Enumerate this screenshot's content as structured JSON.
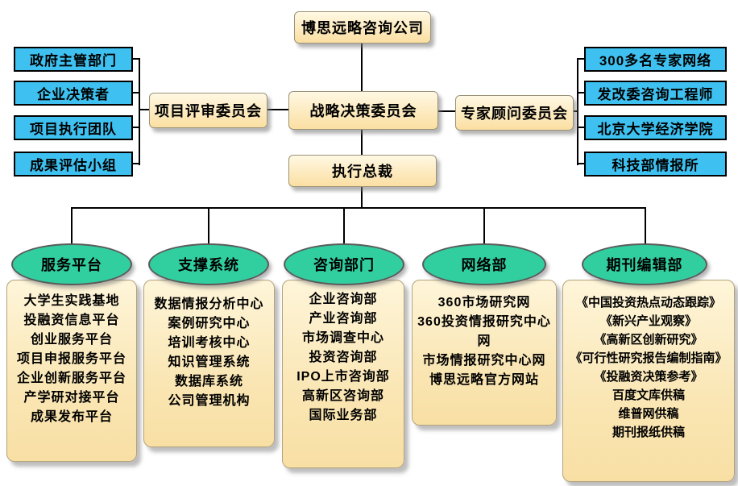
{
  "root": {
    "label": "博思远略咨询公司"
  },
  "committees": {
    "review": {
      "label": "项目评审委员会"
    },
    "strategy": {
      "label": "战略决策委员会"
    },
    "advisory": {
      "label": "专家顾问委员会"
    },
    "ceo": {
      "label": "执行总裁"
    }
  },
  "review_inputs": [
    "政府主管部门",
    "企业决策者",
    "项目执行团队",
    "成果评估小组"
  ],
  "advisory_network": [
    "300多名专家网络",
    "发改委咨询工程师",
    "北京大学经济学院",
    "科技部情报所"
  ],
  "departments": [
    {
      "title": "服务平台",
      "items": [
        "大学生实践基地",
        "投融资信息平台",
        "创业服务平台",
        "项目申报服务平台",
        "企业创新服务平台",
        "产学研对接平台",
        "成果发布平台"
      ]
    },
    {
      "title": "支撑系统",
      "items": [
        "数据情报分析中心",
        "案例研究中心",
        "培训考核中心",
        "知识管理系统",
        "数据库系统",
        "公司管理机构"
      ]
    },
    {
      "title": "咨询部门",
      "items": [
        "企业咨询部",
        "产业咨询部",
        "市场调查中心",
        "投资咨询部",
        "IPO上市咨询部",
        "高新区咨询部",
        "国际业务部"
      ]
    },
    {
      "title": "网络部",
      "items": [
        "360市场研究网",
        "360投资情报研究中心网",
        "市场情报研究中心网",
        "博思远略官方网站"
      ]
    },
    {
      "title": "期刊编辑部",
      "items": [
        "《中国投资热点动态跟踪》",
        "《新兴产业观察》",
        "《高新区创新研究》",
        "《可行性研究报告编制指南》",
        "《投融资决策参考》",
        "百度文库供稿",
        "维普网供稿",
        "期刊报纸供稿"
      ]
    }
  ],
  "colors": {
    "cream-top": "#FFF8E3",
    "cream-bottom": "#FBDFA2",
    "cyan": "#3EC1F0",
    "green": "#31CFA0",
    "line": "#000000"
  }
}
